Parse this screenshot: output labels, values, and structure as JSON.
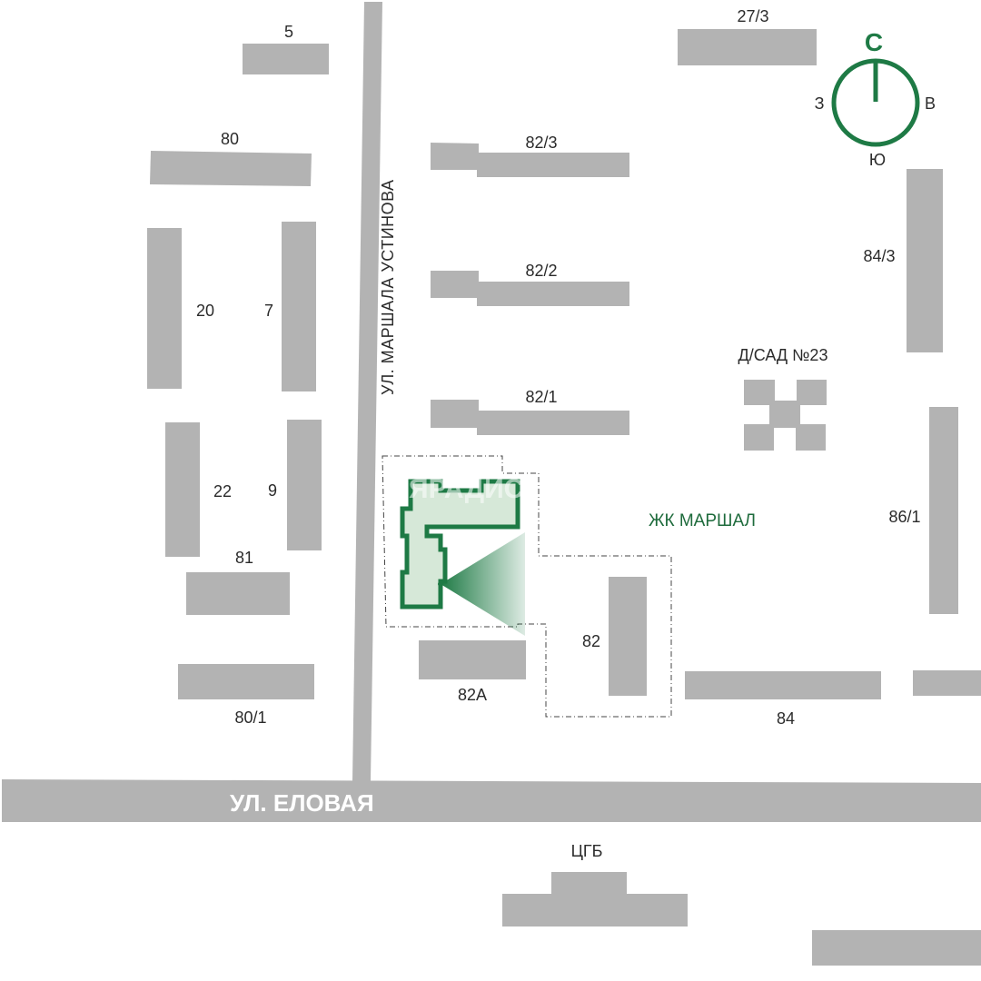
{
  "colors": {
    "building": "#b3b3b3",
    "accent": "#1e7a45",
    "accent_fill": "#d6e8d8",
    "text": "#2b2b2b"
  },
  "streets": {
    "main_road": "УЛ. ЕЛОВАЯ",
    "side_road": "УЛ. МАРШАЛА УСТИНОВА"
  },
  "buildings": {
    "b5": "5",
    "b27_3": "27/3",
    "b80": "80",
    "b82_3": "82/3",
    "b84_3": "84/3",
    "b20": "20",
    "b7": "7",
    "b82_2": "82/2",
    "b82_1": "82/1",
    "kindergarten": "Д/САД №23",
    "b22": "22",
    "b9": "9",
    "b81": "81",
    "b86_1": "86/1",
    "b82": "82",
    "b82a": "82А",
    "b80_1": "80/1",
    "b84": "84",
    "hospital": "ЦГБ"
  },
  "project": {
    "name": "ЖК МАРШАЛ",
    "watermark": "ЯРАДИС"
  },
  "compass": {
    "north": "С",
    "east": "В",
    "south": "Ю",
    "west": "З"
  }
}
